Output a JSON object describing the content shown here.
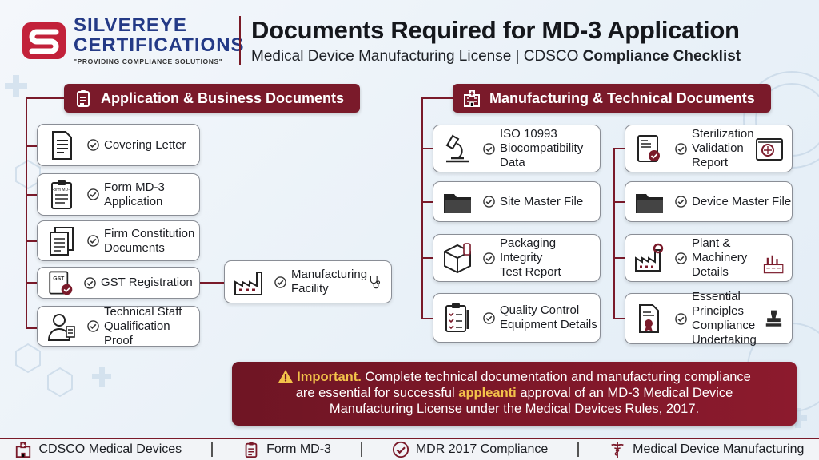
{
  "brand": {
    "name_line1": "SILVEREYE",
    "name_line2": "CERTIFICATIONS",
    "tagline": "\"PROVIDING COMPLIANCE SOLUTIONS\""
  },
  "header": {
    "title": "Documents Required for MD-3 Application",
    "subtitle_plain": "Medical Device Manufacturing License | CDSCO ",
    "subtitle_bold": "Compliance Checklist"
  },
  "left_section": {
    "title": "Application & Business Documents",
    "items": [
      {
        "label": "Covering Letter",
        "icon": "letter-icon"
      },
      {
        "label": "Form MD-3\nApplication",
        "icon": "form-icon",
        "icon_text": "Form MD-3"
      },
      {
        "label": "Firm Constitution\nDocuments",
        "icon": "documents-icon"
      },
      {
        "label": "GST Registration",
        "icon": "gst-icon",
        "icon_text": "GST"
      },
      {
        "label": "Technical Staff\nQualification Proof",
        "icon": "doctor-icon"
      }
    ],
    "branch": {
      "label": "Manufacturing\nFacility",
      "icon": "factory-icon",
      "side_icon": "stethoscope-icon"
    }
  },
  "right_section": {
    "title": "Manufacturing & Technical Documents",
    "col1": [
      {
        "label": "ISO 10993\nBiocompatibility\nData",
        "icon": "microscope-icon"
      },
      {
        "label": "Site Master File",
        "icon": "folder-icon"
      },
      {
        "label": "Packaging Integrity\nTest Report",
        "icon": "box-icon"
      },
      {
        "label": "Quality Control\nEquipment Details",
        "icon": "clipboard-icon"
      }
    ],
    "col2": [
      {
        "label": "Sterilization\nValidation\nReport",
        "icon": "report-icon",
        "side_icon": "sterilizer-icon"
      },
      {
        "label": "Device Master File",
        "icon": "folder-icon"
      },
      {
        "label": "Plant & Machinery\nDetails",
        "icon": "plant-icon",
        "side_icon": "lab-icon"
      },
      {
        "label": "Essential Principles\nCompliance\nUndertaking",
        "icon": "certificate-icon",
        "side_icon": "stamp-icon"
      }
    ]
  },
  "important": {
    "label": "Important.",
    "line1": " Complete technical documentation and manufacturing compliance",
    "line2a": "are essential for successful ",
    "line2_highlight": "appleanti",
    "line2b": " approval of an MD-3 Medical Device",
    "line3": "Manufacturing License under the Medical Devices Rules, 2017."
  },
  "footer": {
    "items": [
      {
        "label": "CDSCO Medical Devices",
        "icon": "hospital-icon"
      },
      {
        "label": "Form MD-3",
        "icon": "form-icon"
      },
      {
        "label": "MDR 2017 Compliance",
        "icon": "check-circle-icon"
      },
      {
        "label": "Medical Device Manufacturing",
        "icon": "caduceus-icon"
      }
    ]
  },
  "colors": {
    "accent": "#7a1a2a",
    "brand_blue": "#243a86",
    "highlight": "#f3c24a"
  }
}
